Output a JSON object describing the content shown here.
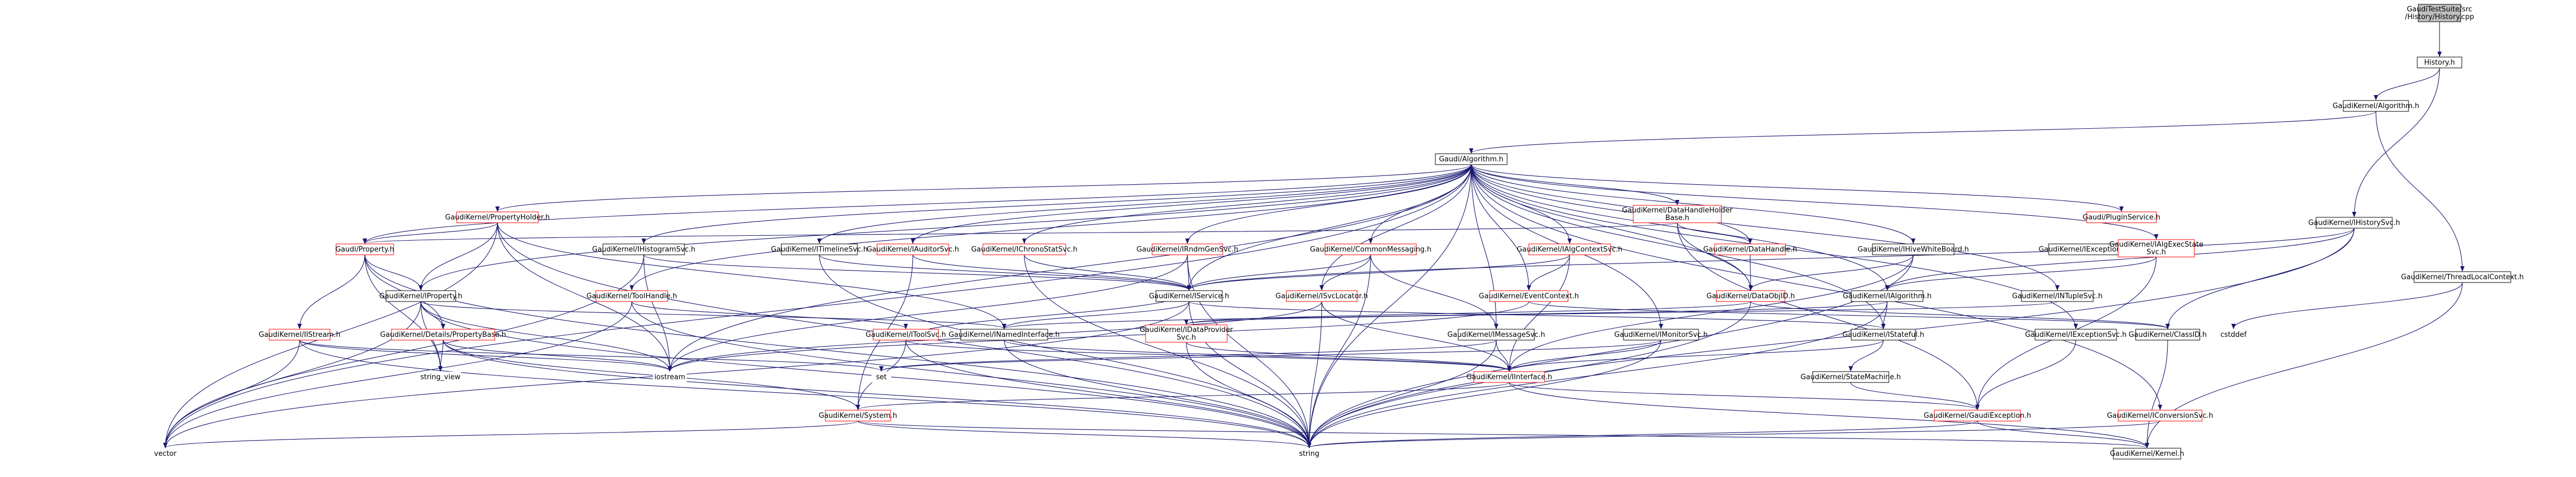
{
  "colors": {
    "edge": "#191970",
    "normal_fill": "#ffffff",
    "normal_border": "#000000",
    "normal_text": "#000000",
    "linked_fill": "#ffffff",
    "linked_border": "#ff0000",
    "linked_text": "#000000",
    "root_fill": "#bfbfbf",
    "root_border": "#000000"
  },
  "nodes": [
    {
      "id": "root",
      "lines": [
        "GaudiTestSuite/src",
        "/History/History.cpp"
      ],
      "style": "root"
    },
    {
      "id": "history_h",
      "lines": [
        "History.h"
      ],
      "style": "normal"
    },
    {
      "id": "gk_ialgorithm_top",
      "lines": [
        "GaudiKernel/Algorithm.h"
      ],
      "style": "normal"
    },
    {
      "id": "gaudi_algorithm",
      "lines": [
        "Gaudi/Algorithm.h"
      ],
      "style": "normal"
    },
    {
      "id": "ihistorysvc",
      "lines": [
        "GaudiKernel/IHistorySvc.h"
      ],
      "style": "normal"
    },
    {
      "id": "threadlocalcontext",
      "lines": [
        "GaudiKernel/ThreadLocalContext.h"
      ],
      "style": "normal"
    },
    {
      "id": "propertyholder",
      "lines": [
        "GaudiKernel/PropertyHolder.h"
      ],
      "style": "linked"
    },
    {
      "id": "datahandleholderbase",
      "lines": [
        "GaudiKernel/DataHandleHolder",
        "Base.h"
      ],
      "style": "linked"
    },
    {
      "id": "pluginservice",
      "lines": [
        "Gaudi/PluginService.h"
      ],
      "style": "linked"
    },
    {
      "id": "gaudi_property",
      "lines": [
        "Gaudi/Property.h"
      ],
      "style": "linked"
    },
    {
      "id": "ihistogramsvc",
      "lines": [
        "GaudiKernel/IHistogramSvc.h"
      ],
      "style": "normal"
    },
    {
      "id": "itimelinesvc",
      "lines": [
        "GaudiKernel/ITimelineSvc.h"
      ],
      "style": "normal"
    },
    {
      "id": "iauditorsvc",
      "lines": [
        "GaudiKernel/IAuditorSvc.h"
      ],
      "style": "linked"
    },
    {
      "id": "ichronostatsvc",
      "lines": [
        "GaudiKernel/IChronoStatSvc.h"
      ],
      "style": "linked"
    },
    {
      "id": "irndmgensvc",
      "lines": [
        "GaudiKernel/IRndmGenSvc.h"
      ],
      "style": "linked"
    },
    {
      "id": "commonmessaging",
      "lines": [
        "GaudiKernel/CommonMessaging.h"
      ],
      "style": "linked"
    },
    {
      "id": "ialgcontextsvc",
      "lines": [
        "GaudiKernel/IAlgContextSvc.h"
      ],
      "style": "linked"
    },
    {
      "id": "datahandle",
      "lines": [
        "GaudiKernel/DataHandle.h"
      ],
      "style": "linked"
    },
    {
      "id": "iexceptionsvc",
      "lines": [
        "GaudiKernel/IExceptionSvc.h"
      ],
      "style": "normal"
    },
    {
      "id": "ihivewhiteboard",
      "lines": [
        "GaudiKernel/IHiveWhiteBoard.h"
      ],
      "style": "normal"
    },
    {
      "id": "ialgexecstatesvc",
      "lines": [
        "GaudiKernel/IAlgExecState",
        "Svc.h"
      ],
      "style": "linked"
    },
    {
      "id": "iproperty",
      "lines": [
        "GaudiKernel/IProperty.h"
      ],
      "style": "normal"
    },
    {
      "id": "toolhandle",
      "lines": [
        "GaudiKernel/ToolHandle.h"
      ],
      "style": "linked"
    },
    {
      "id": "iservice",
      "lines": [
        "GaudiKernel/IService.h"
      ],
      "style": "normal"
    },
    {
      "id": "isvclocator",
      "lines": [
        "GaudiKernel/ISvcLocator.h"
      ],
      "style": "linked"
    },
    {
      "id": "ieventcontext",
      "lines": [
        "GaudiKernel/EventContext.h"
      ],
      "style": "linked"
    },
    {
      "id": "dataobjid",
      "lines": [
        "GaudiKernel/DataObjID.h"
      ],
      "style": "linked"
    },
    {
      "id": "ialgorithm",
      "lines": [
        "GaudiKernel/IAlgorithm.h"
      ],
      "style": "normal"
    },
    {
      "id": "intuplesvc",
      "lines": [
        "GaudiKernel/INTupleSvc.h"
      ],
      "style": "normal"
    },
    {
      "id": "istream",
      "lines": [
        "GaudiKernel/IIStream.h"
      ],
      "style": "linked"
    },
    {
      "id": "propertybase",
      "lines": [
        "GaudiKernel/Details/PropertyBase.h"
      ],
      "style": "linked"
    },
    {
      "id": "itoolsvc",
      "lines": [
        "GaudiKernel/IToolSvc.h"
      ],
      "style": "linked"
    },
    {
      "id": "inamedinterface",
      "lines": [
        "GaudiKernel/INamedInterface.h"
      ],
      "style": "normal"
    },
    {
      "id": "idataprovidersvc",
      "lines": [
        "GaudiKernel/IDataProvider",
        "Svc.h"
      ],
      "style": "linked"
    },
    {
      "id": "imessagesvc",
      "lines": [
        "GaudiKernel/IMessageSvc.h"
      ],
      "style": "normal"
    },
    {
      "id": "imonitorsvc",
      "lines": [
        "GaudiKernel/IMonitorSvc.h"
      ],
      "style": "normal"
    },
    {
      "id": "istateful",
      "lines": [
        "GaudiKernel/IStateful.h"
      ],
      "style": "normal"
    },
    {
      "id": "classid",
      "lines": [
        "GaudiKernel/ClassID.h"
      ],
      "style": "normal"
    },
    {
      "id": "cstddef",
      "lines": [
        "cstddef"
      ],
      "style": "plain"
    },
    {
      "id": "iexceptionsvc2",
      "lines": [
        "GaudiKernel/IExceptionSvc.h"
      ],
      "style": "normal"
    },
    {
      "id": "string_view",
      "lines": [
        "string_view"
      ],
      "style": "plain"
    },
    {
      "id": "iostream",
      "lines": [
        "iostream"
      ],
      "style": "plain"
    },
    {
      "id": "set",
      "lines": [
        "set"
      ],
      "style": "plain"
    },
    {
      "id": "iinterface",
      "lines": [
        "GaudiKernel/IInterface.h"
      ],
      "style": "linked"
    },
    {
      "id": "statemachine",
      "lines": [
        "GaudiKernel/StateMachine.h"
      ],
      "style": "normal"
    },
    {
      "id": "system",
      "lines": [
        "GaudiKernel/System.h"
      ],
      "style": "linked"
    },
    {
      "id": "gaudiexception",
      "lines": [
        "GaudiKernel/GaudiException.h"
      ],
      "style": "linked"
    },
    {
      "id": "iconversionsvc",
      "lines": [
        "GaudiKernel/IConversionSvc.h"
      ],
      "style": "linked"
    },
    {
      "id": "vector",
      "lines": [
        "vector"
      ],
      "style": "plain"
    },
    {
      "id": "string",
      "lines": [
        "string"
      ],
      "style": "plain"
    },
    {
      "id": "kernel",
      "lines": [
        "GaudiKernel/Kernel.h"
      ],
      "style": "normal"
    }
  ]
}
